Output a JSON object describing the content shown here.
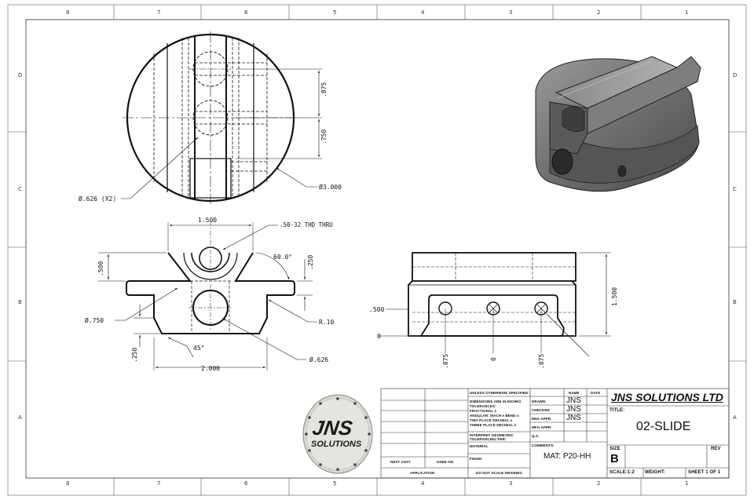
{
  "border": {
    "columns": [
      "8",
      "7",
      "6",
      "5",
      "4",
      "3",
      "2",
      "1"
    ],
    "rows": [
      "D",
      "C",
      "B",
      "A"
    ]
  },
  "top_view": {
    "dim_875": ".875",
    "dim_750": ".750",
    "hole_callout": "Ø.626 (X2)",
    "diameter_callout": "Ø3.000"
  },
  "front_view": {
    "dim_1500": "1.500",
    "thread_callout": ".50-32 THD THRU",
    "angle": "60.0°",
    "dim_500": ".500",
    "dim_250_right": ".250",
    "dia_750": "Ø.750",
    "radius": "R.10",
    "dim_250_left": ".250",
    "chamfer": "45°",
    "dim_2000": "2.000",
    "dia_626": "Ø.626"
  },
  "side_view": {
    "ord_500": ".500",
    "ord_0": "0",
    "dim_1500": "1.500",
    "x_875_left": ".875",
    "x_0": "0",
    "x_875_right": ".875"
  },
  "title_block": {
    "company": "JNS SOLUTIONS LTD",
    "title_label": "TITLE:",
    "title": "02-SLIDE",
    "size_label": "SIZE",
    "size": "B",
    "rev_label": "REV",
    "scale": "SCALE:1:2",
    "weight": "WEIGHT:",
    "sheet": "SHEET 1 OF 1",
    "unless_note": "UNLESS OTHERWISE SPECIFIED:",
    "note_lines": [
      "DIMENSIONS ARE IN INCHES",
      "TOLERANCES:",
      "FRACTIONAL ±",
      "ANGULAR: MACH ±  BEND ±",
      "TWO PLACE DECIMAL ±",
      "THREE PLACE DECIMAL ±"
    ],
    "interpret": [
      "INTERPRET GEOMETRIC",
      "TOLERANCING PER:"
    ],
    "material_label": "MATERIAL",
    "finish_label": "FINISH",
    "role_labels": [
      "DRAWN",
      "CHECKED",
      "ENG APPR.",
      "MFG APPR.",
      "Q.A.",
      "COMMENTS:"
    ],
    "name_header": "NAME",
    "date_header": "DATE",
    "names": [
      "JNS",
      "JNS",
      "JNS"
    ],
    "material": "MAT: P20-HH",
    "next_assy": "NEXT ASSY",
    "used_on": "USED ON",
    "application": "APPLICATION",
    "do_not_scale": "DO NOT SCALE DRAWING"
  },
  "logo": {
    "line1": "JNS",
    "line2": "SOLUTIONS"
  }
}
